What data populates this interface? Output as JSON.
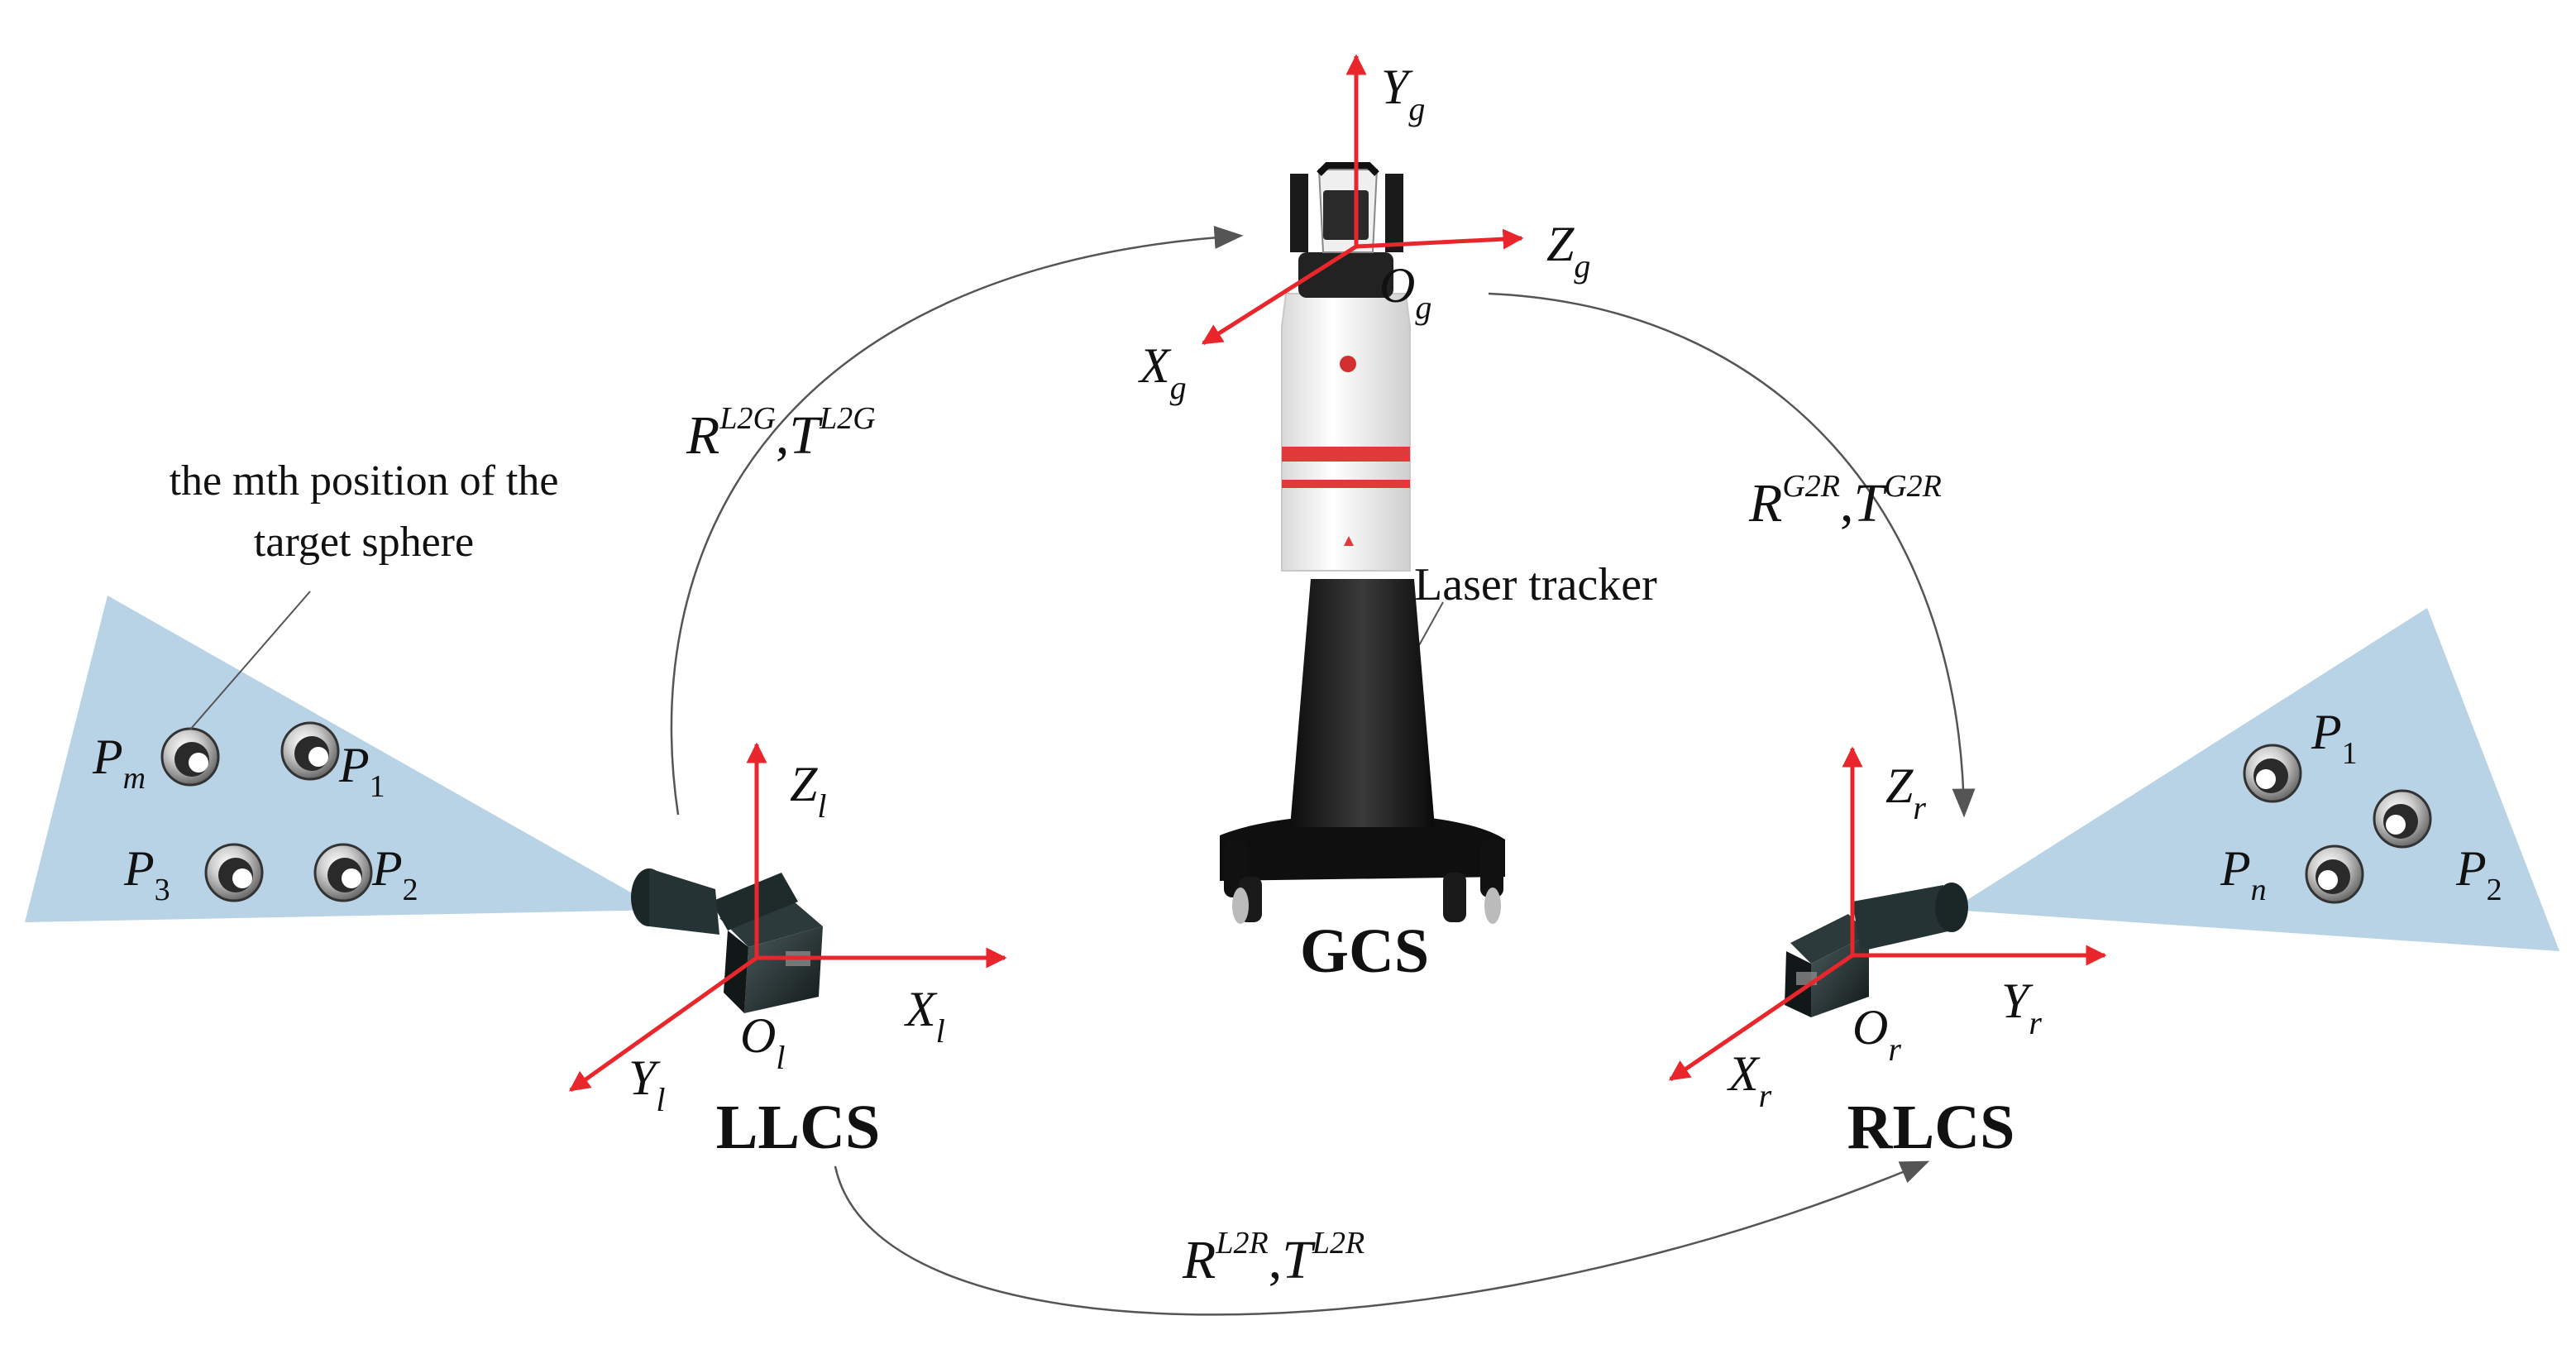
{
  "colors": {
    "axis": "#e8262b",
    "fov": "#b9d3e6",
    "flow_arrow": "#555555",
    "text": "#111111",
    "tracker_band": "#e23a3a"
  },
  "labels": {
    "gcs": "GCS",
    "llcs": "LLCS",
    "rlcs": "RLCS",
    "laser_tracker": "Laser tracker",
    "annotation_line1": "the mth position of the",
    "annotation_line2": "target sphere"
  },
  "global_axes": {
    "y": {
      "base": "Y",
      "sub": "g"
    },
    "z": {
      "base": "Z",
      "sub": "g"
    },
    "x": {
      "base": "X",
      "sub": "g"
    },
    "origin": {
      "base": "O",
      "sub": "g"
    }
  },
  "left_axes": {
    "z": {
      "base": "Z",
      "sub": "l"
    },
    "x": {
      "base": "X",
      "sub": "l"
    },
    "y": {
      "base": "Y",
      "sub": "l"
    },
    "origin": {
      "base": "O",
      "sub": "l"
    }
  },
  "right_axes": {
    "z": {
      "base": "Z",
      "sub": "r"
    },
    "y": {
      "base": "Y",
      "sub": "r"
    },
    "x": {
      "base": "X",
      "sub": "r"
    },
    "origin": {
      "base": "O",
      "sub": "r"
    }
  },
  "transforms": {
    "l2g": {
      "r": "R",
      "r_sup": "L2G",
      "sep": ",",
      "t": "T",
      "t_sup": "L2G"
    },
    "g2r": {
      "r": "R",
      "r_sup": "G2R",
      "sep": ",",
      "t": "T",
      "t_sup": "G2R"
    },
    "l2r": {
      "r": "R",
      "r_sup": "L2R",
      "sep": ",",
      "t": "T",
      "t_sup": "L2R"
    }
  },
  "left_points": {
    "pm": {
      "base": "P",
      "sub": "m"
    },
    "p1": {
      "base": "P",
      "sub": "1"
    },
    "p3": {
      "base": "P",
      "sub": "3"
    },
    "p2": {
      "base": "P",
      "sub": "2"
    }
  },
  "right_points": {
    "p1": {
      "base": "P",
      "sub": "1"
    },
    "pn": {
      "base": "P",
      "sub": "n"
    },
    "p2": {
      "base": "P",
      "sub": "2"
    }
  }
}
